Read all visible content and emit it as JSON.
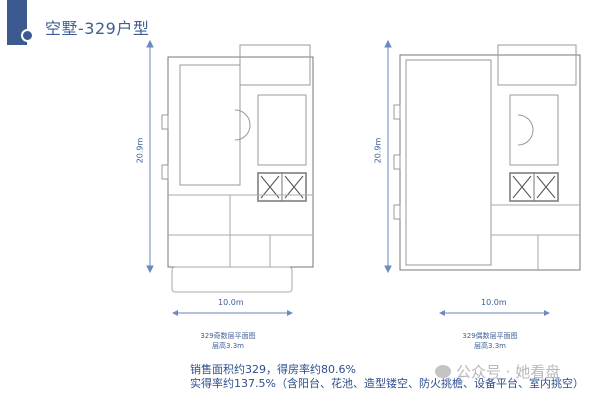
{
  "header": {
    "title": "空墅-329户型"
  },
  "plans": [
    {
      "name": "odd-floor",
      "height_dim": "20.9m",
      "width_dim": "10.0m",
      "caption": "329奇数层平面图",
      "floor_height": "层高3.3m"
    },
    {
      "name": "even-floor",
      "height_dim": "20.9m",
      "width_dim": "10.0m",
      "caption": "329偶数层平面图",
      "floor_height": "层高3.3m"
    }
  ],
  "info": {
    "line1": "销售面积约329，得房率约80.6%",
    "line2": "实得率约137.5%（含阳台、花池、造型镂空、防火挑檐、设备平台、室内挑空）"
  },
  "watermark": "公众号 · 她看盘",
  "colors": {
    "accent": "#3b5a8f",
    "text": "#2d4e8e"
  }
}
